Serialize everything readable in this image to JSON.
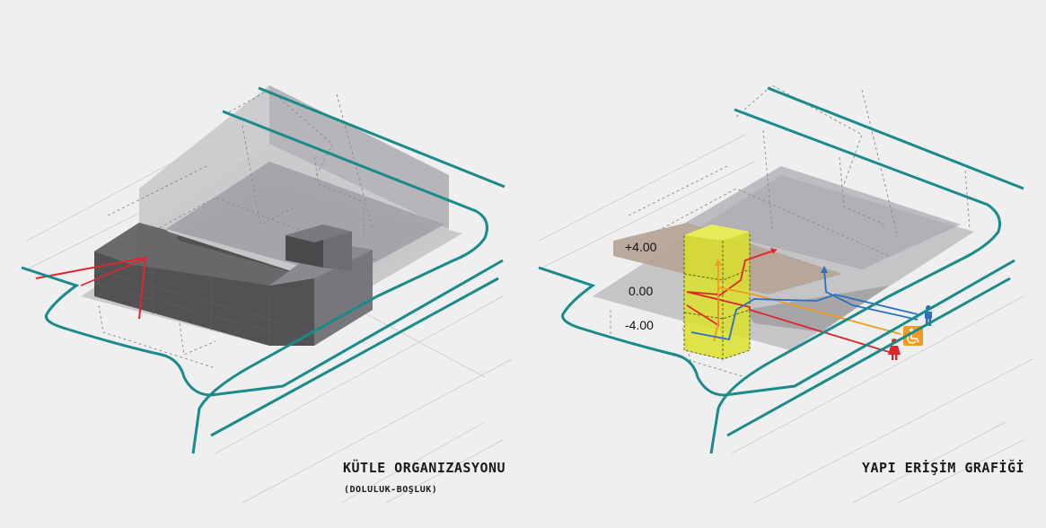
{
  "captions": {
    "left_title": "KÜTLE ORGANIZASYONU",
    "left_subtitle": "(DOLULUK-BOŞLUK)",
    "right_title": "YAPI ERİŞİM GRAFİĞİ"
  },
  "levels": {
    "upper": "+4.00",
    "ground": "0.00",
    "lower": "-4.00"
  },
  "icons": [
    "man-icon",
    "woman-icon",
    "wheelchair-icon"
  ],
  "colors": {
    "background": "#efeff0",
    "road": "#1a8a8a",
    "solid_mass": "#5a5a5d",
    "void_mass": "#b9b9bc",
    "core": "#d9e02a",
    "upper_slab": "#b5a396",
    "access_red": "#e0262b",
    "access_blue": "#2a6fc0",
    "access_orange": "#f39a1f"
  }
}
